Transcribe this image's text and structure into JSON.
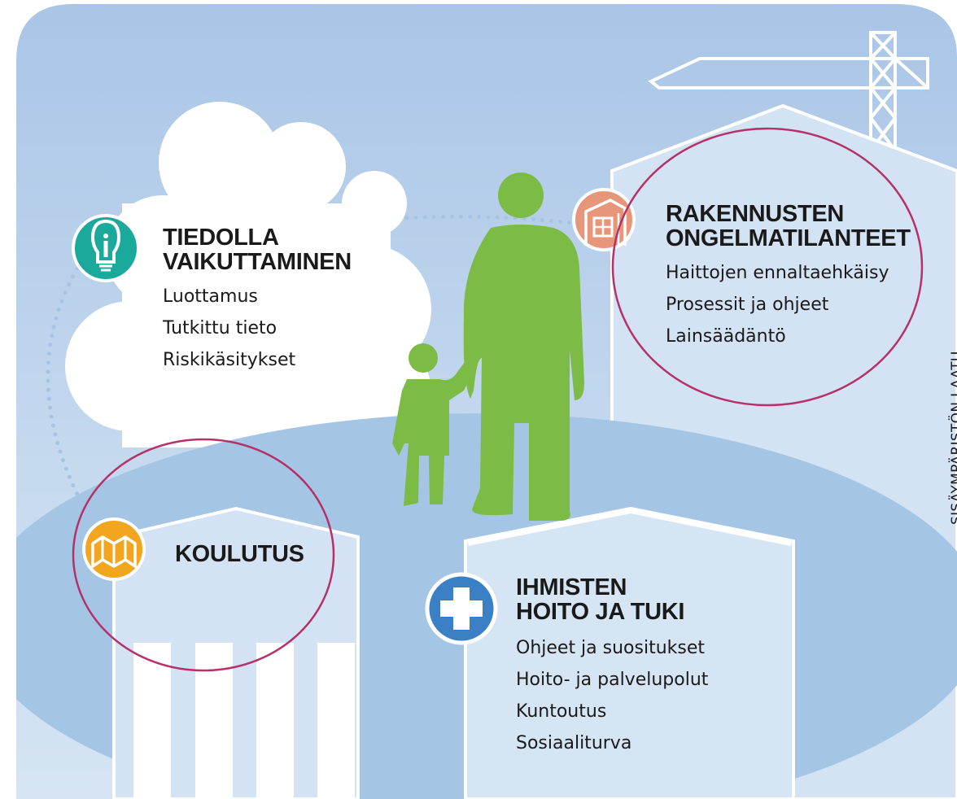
{
  "sections": {
    "tiedolla": {
      "title_line1": "TIEDOLLA",
      "title_line2": "VAIKUTTAMINEN",
      "items": [
        "Luottamus",
        "Tutkittu tieto",
        "Riskikäsitykset"
      ],
      "icon": "lightbulb-info-icon",
      "color": "#1aa99b"
    },
    "rakennusten": {
      "title_line1": "RAKENNUSTEN",
      "title_line2": "ONGELMATILANTEET",
      "items": [
        "Haittojen ennaltaehkäisy",
        "Prosessit ja ohjeet",
        "Lainsäädäntö"
      ],
      "icon": "building-icon",
      "color": "#e8967a"
    },
    "koulutus": {
      "title": "KOULUTUS",
      "icon": "map-icon",
      "color": "#f2a51f"
    },
    "ihmisten": {
      "title_line1": "IHMISTEN",
      "title_line2": "HOITO JA TUKI",
      "items": [
        "Ohjeet ja suositukset",
        "Hoito- ja palvelupolut",
        "Kuntoutus",
        "Sosiaaliturva"
      ],
      "icon": "medical-cross-icon",
      "color": "#3b7fc4"
    }
  },
  "side_label": "SISÄYMPÄRISTÖN LAATU",
  "colors": {
    "sky": "#b9d1ea",
    "platform": "#a6c6e6",
    "building": "#d5e5f4",
    "figure": "#7cbb46",
    "highlight_circle": "#b5316a",
    "dots": "#a6c3e3"
  }
}
